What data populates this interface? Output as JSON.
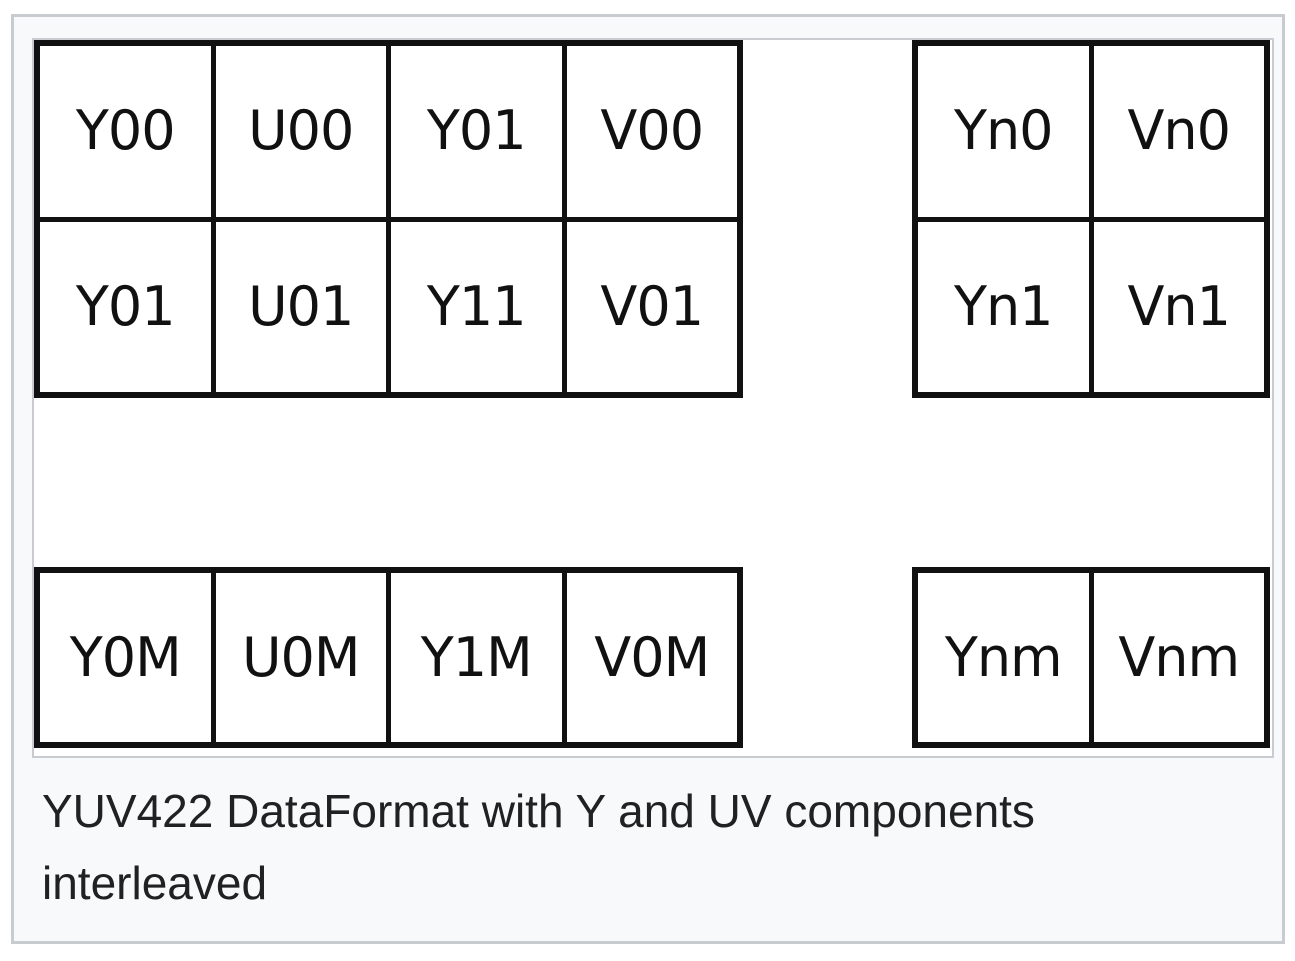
{
  "figure": {
    "top_left_grid": [
      [
        "Y00",
        "U00",
        "Y01",
        "V00"
      ],
      [
        "Y01",
        "U01",
        "Y11",
        "V01"
      ]
    ],
    "top_right_grid": [
      [
        "Yn0",
        "Vn0"
      ],
      [
        "Yn1",
        "Vn1"
      ]
    ],
    "bottom_left_grid": [
      [
        "Y0M",
        "U0M",
        "Y1M",
        "V0M"
      ]
    ],
    "bottom_right_grid": [
      [
        "Ynm",
        "Vnm"
      ]
    ]
  },
  "caption": "YUV422 DataFormat with Y and UV components interleaved"
}
